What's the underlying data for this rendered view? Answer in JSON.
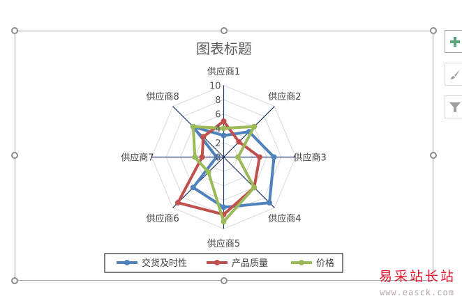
{
  "chart_data": {
    "type": "radar",
    "title": "图表标题",
    "categories": [
      "供应商1",
      "供应商2",
      "供应商3",
      "供应商4",
      "供应商5",
      "供应商6",
      "供应商7",
      "供应商8"
    ],
    "rlim": [
      0,
      10
    ],
    "ticks": [
      "0",
      "2",
      "4",
      "6",
      "8",
      "10"
    ],
    "legend_position": "bottom",
    "series": [
      {
        "name": "交货及时性",
        "color": "#4f81bd",
        "values": [
          3,
          5,
          7,
          9,
          7,
          6,
          1,
          6
        ]
      },
      {
        "name": "产品质量",
        "color": "#c0504d",
        "values": [
          5,
          3,
          5,
          6,
          8,
          9,
          3,
          4
        ]
      },
      {
        "name": "价格",
        "color": "#9bbb59",
        "values": [
          4,
          6,
          2,
          6,
          9,
          3,
          4,
          6
        ]
      }
    ]
  },
  "side_buttons": [
    "chart-elements",
    "chart-styles",
    "chart-filters"
  ],
  "watermark": {
    "title": "易采站长站",
    "url": "www.easck.com"
  }
}
